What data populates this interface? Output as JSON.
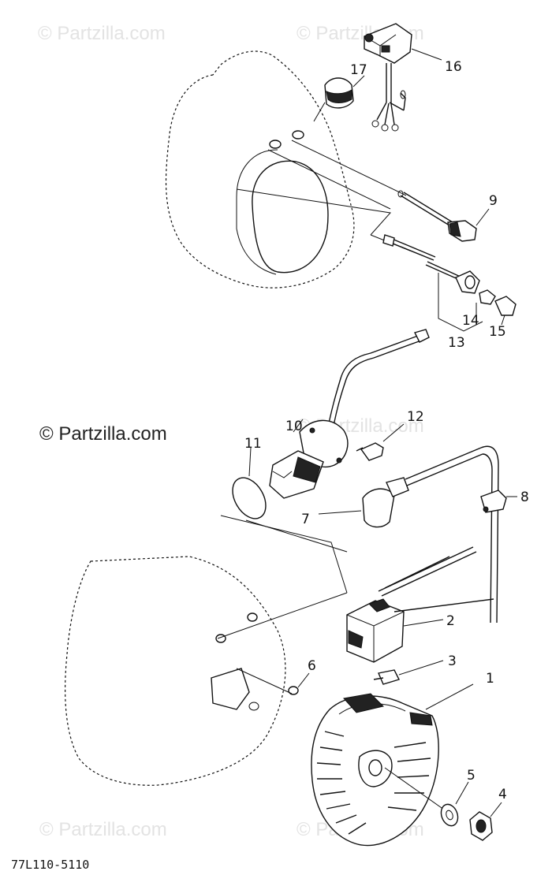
{
  "diagram": {
    "callouts": [
      "1",
      "2",
      "3",
      "4",
      "5",
      "6",
      "7",
      "8",
      "9",
      "10",
      "11",
      "12",
      "13",
      "14",
      "15",
      "16",
      "17"
    ],
    "drawing_code": "77L110-5110"
  },
  "watermark": {
    "text": "© Partzilla.com",
    "text_prominent": "© Partzilla.com",
    "color": "#e3e3e3",
    "prominent_color": "#222222"
  },
  "colors": {
    "ink": "#111111",
    "background": "#ffffff"
  }
}
